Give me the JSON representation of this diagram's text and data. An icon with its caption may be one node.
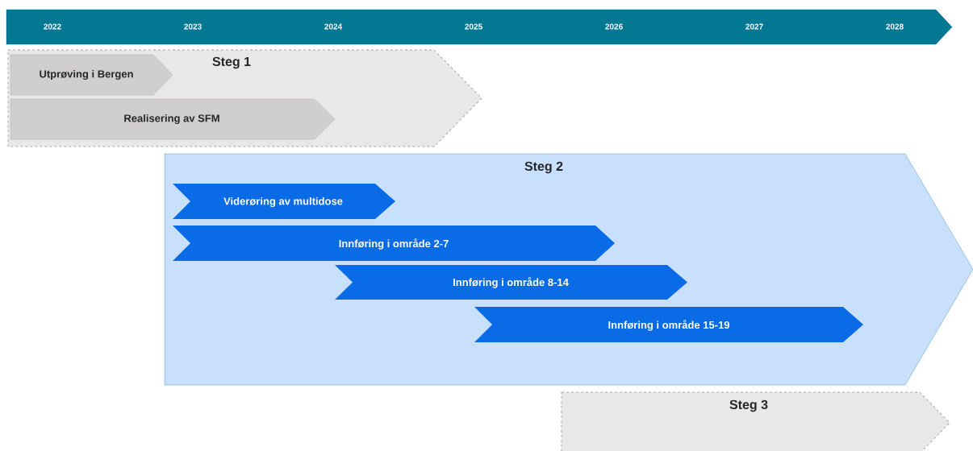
{
  "diagram": {
    "nodes": [
      {
        "text": [
          "2022",
          "2023",
          "2024",
          "2025",
          "2026",
          "2027",
          "2028"
        ]
      },
      {
        "text": [
          "Steg 1"
        ]
      },
      {
        "text": [
          "Utprøving i Bergen"
        ],
        "in": 1
      },
      {
        "text": [
          "Realisering av SFM"
        ],
        "in": 1
      },
      {
        "text": [
          "Steg 2"
        ]
      },
      {
        "text": [
          "Viderøring av multidose"
        ],
        "in": 4
      },
      {
        "text": [
          "Innføring i område 2-7"
        ],
        "in": 4
      },
      {
        "text": [
          "Innføring i område 8-14"
        ],
        "in": 4
      },
      {
        "text": [
          "Innføring i område 15-19"
        ],
        "in": 4
      },
      {
        "text": [
          "Steg 3"
        ]
      }
    ]
  }
}
